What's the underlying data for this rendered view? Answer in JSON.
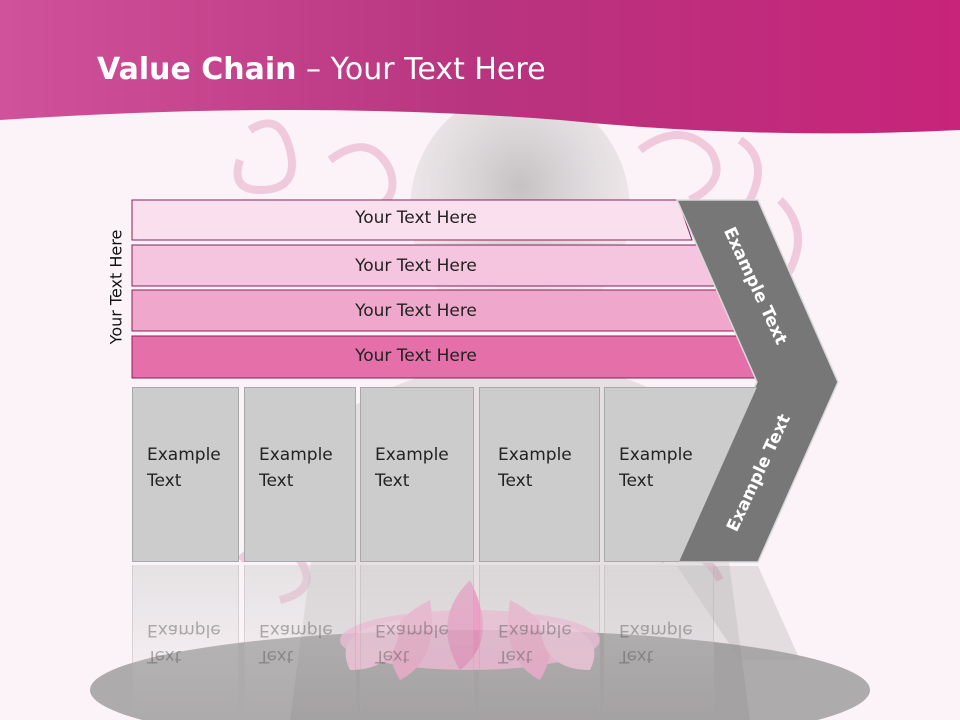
{
  "title": {
    "bold": "Value Chain",
    "rest": " – Your Text Here"
  },
  "side_label": "Your Text Here",
  "bands": [
    {
      "label": "Your Text Here",
      "color": "#fae0ee"
    },
    {
      "label": "Your Text Here",
      "color": "#f5c4de"
    },
    {
      "label": "Your Text Here",
      "color": "#efa8cc"
    },
    {
      "label": "Your Text Here",
      "color": "#e46fa9"
    }
  ],
  "boxes": [
    {
      "line1": "Example",
      "line2": "Text"
    },
    {
      "line1": "Example",
      "line2": "Text"
    },
    {
      "line1": "Example",
      "line2": "Text"
    },
    {
      "line1": "Example",
      "line2": "Text"
    },
    {
      "line1": "Example",
      "line2": "Text"
    }
  ],
  "chevron": {
    "upper": "Example Text",
    "lower": "Example Text"
  },
  "colors": {
    "header": "#c0287a",
    "chevron": "#777777",
    "box": "#cccccc"
  }
}
